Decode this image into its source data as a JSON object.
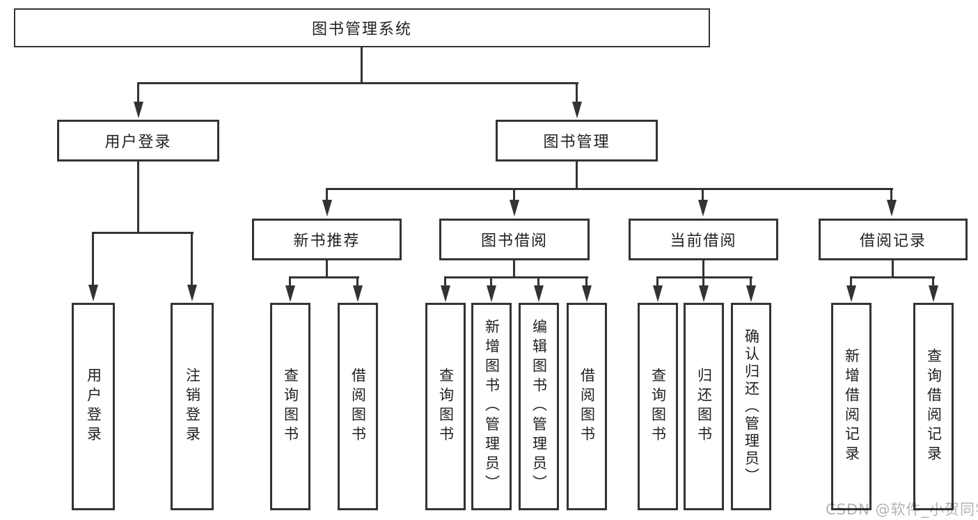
{
  "diagram": {
    "type": "function-structure-tree",
    "colors": {
      "background": "#ffffff",
      "box_border": "#333333",
      "connector_line": "#333333",
      "text": "#1f1f1f",
      "watermark": "#b3b3b3"
    },
    "tree": {
      "label": "图书管理系统",
      "children": [
        {
          "label": "用户登录",
          "children": [
            {
              "label": "用户登录"
            },
            {
              "label": "注销登录"
            }
          ]
        },
        {
          "label": "图书管理",
          "children": [
            {
              "label": "新书推荐",
              "children": [
                {
                  "label": "查询图书"
                },
                {
                  "label": "借阅图书"
                }
              ]
            },
            {
              "label": "图书借阅",
              "children": [
                {
                  "label": "查询图书"
                },
                {
                  "label": "新增图书（管理员）"
                },
                {
                  "label": "编辑图书（管理员）"
                },
                {
                  "label": "借阅图书"
                }
              ]
            },
            {
              "label": "当前借阅",
              "children": [
                {
                  "label": "查询图书"
                },
                {
                  "label": "归还图书"
                },
                {
                  "label": "确认归还（管理员）"
                }
              ]
            },
            {
              "label": "借阅记录",
              "children": [
                {
                  "label": "新增借阅记录"
                },
                {
                  "label": "查询借阅记录"
                }
              ]
            }
          ]
        }
      ]
    },
    "watermark": {
      "text": "CSDN @软件_小贺同学"
    }
  }
}
